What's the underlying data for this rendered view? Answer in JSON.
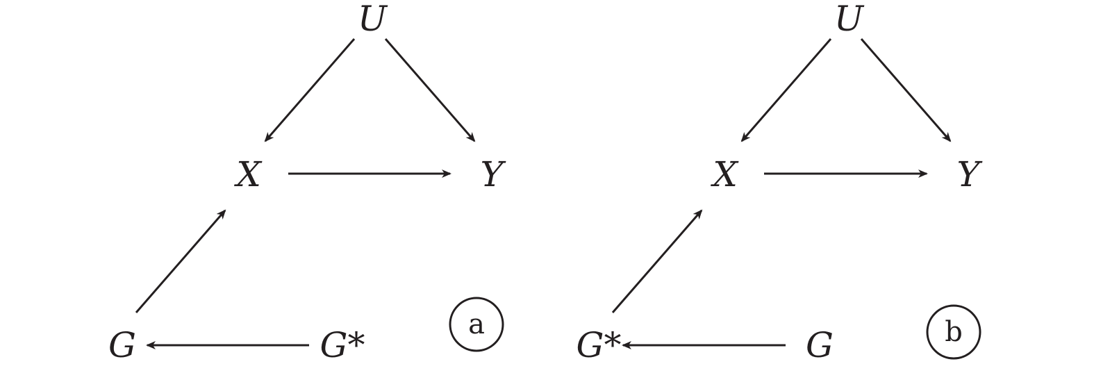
{
  "panels": [
    {
      "id": "a",
      "label": "a",
      "nodes": {
        "U": "U",
        "X": "X",
        "Y": "Y",
        "G": "G",
        "Gstar": "G*"
      },
      "edges": [
        {
          "from": "U",
          "to": "X"
        },
        {
          "from": "U",
          "to": "Y"
        },
        {
          "from": "X",
          "to": "Y"
        },
        {
          "from": "G",
          "to": "X"
        },
        {
          "from": "G*",
          "to": "G"
        }
      ]
    },
    {
      "id": "b",
      "label": "b",
      "nodes": {
        "U": "U",
        "X": "X",
        "Y": "Y",
        "Gstar": "G*",
        "G": "G"
      },
      "edges": [
        {
          "from": "U",
          "to": "X"
        },
        {
          "from": "U",
          "to": "Y"
        },
        {
          "from": "X",
          "to": "Y"
        },
        {
          "from": "G*",
          "to": "X"
        },
        {
          "from": "G",
          "to": "G*"
        }
      ]
    }
  ],
  "colors": {
    "ink": "#231f20",
    "background": "#ffffff"
  }
}
